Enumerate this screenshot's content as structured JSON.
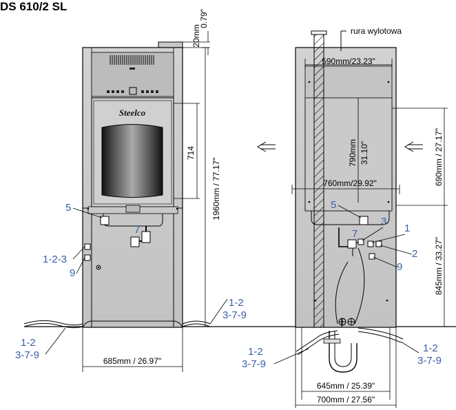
{
  "title": "DS 610/2 SL",
  "colors": {
    "callout": "#3a5ea8",
    "line": "#000000",
    "panel": "#c8c8c8",
    "panel_dark": "#b4b4b4"
  },
  "icons": {
    "flow_arrow": "double-arrow-left",
    "logo": "steelco-logo"
  },
  "front": {
    "dim_top_mm": "20mm",
    "dim_top_in": "0.79\"",
    "dim_height": "1960mm / 77.17\"",
    "dim_window": "714",
    "dim_width": "685mm / 26.97\"",
    "logo_text": "Steelco",
    "c5": "5",
    "c7": "7",
    "c123": "1-2-3",
    "c9": "9",
    "c_right_a": "1-2",
    "c_right_b": "3-7-9",
    "c_left_a": "1-2",
    "c_left_b": "3-7-9"
  },
  "side": {
    "pipe_label": "rura wylotowa",
    "dim_590": "590mm/23.23\"",
    "dim_790_mm": "790mm",
    "dim_790_in": "31.10\"",
    "dim_760": "760mm/29.92\"",
    "dim_690": "690mm / 27.17\"",
    "dim_845": "845mm / 33.27\"",
    "dim_645": "645mm / 25.39\"",
    "dim_700": "700mm / 27.56\"",
    "c5": "5",
    "c7": "7",
    "c3": "3",
    "c1": "1",
    "c2": "2",
    "c9": "9",
    "c_left_a": "1-2",
    "c_left_b": "3-7-9",
    "c_right_a": "1-2",
    "c_right_b": "3-7-9"
  }
}
